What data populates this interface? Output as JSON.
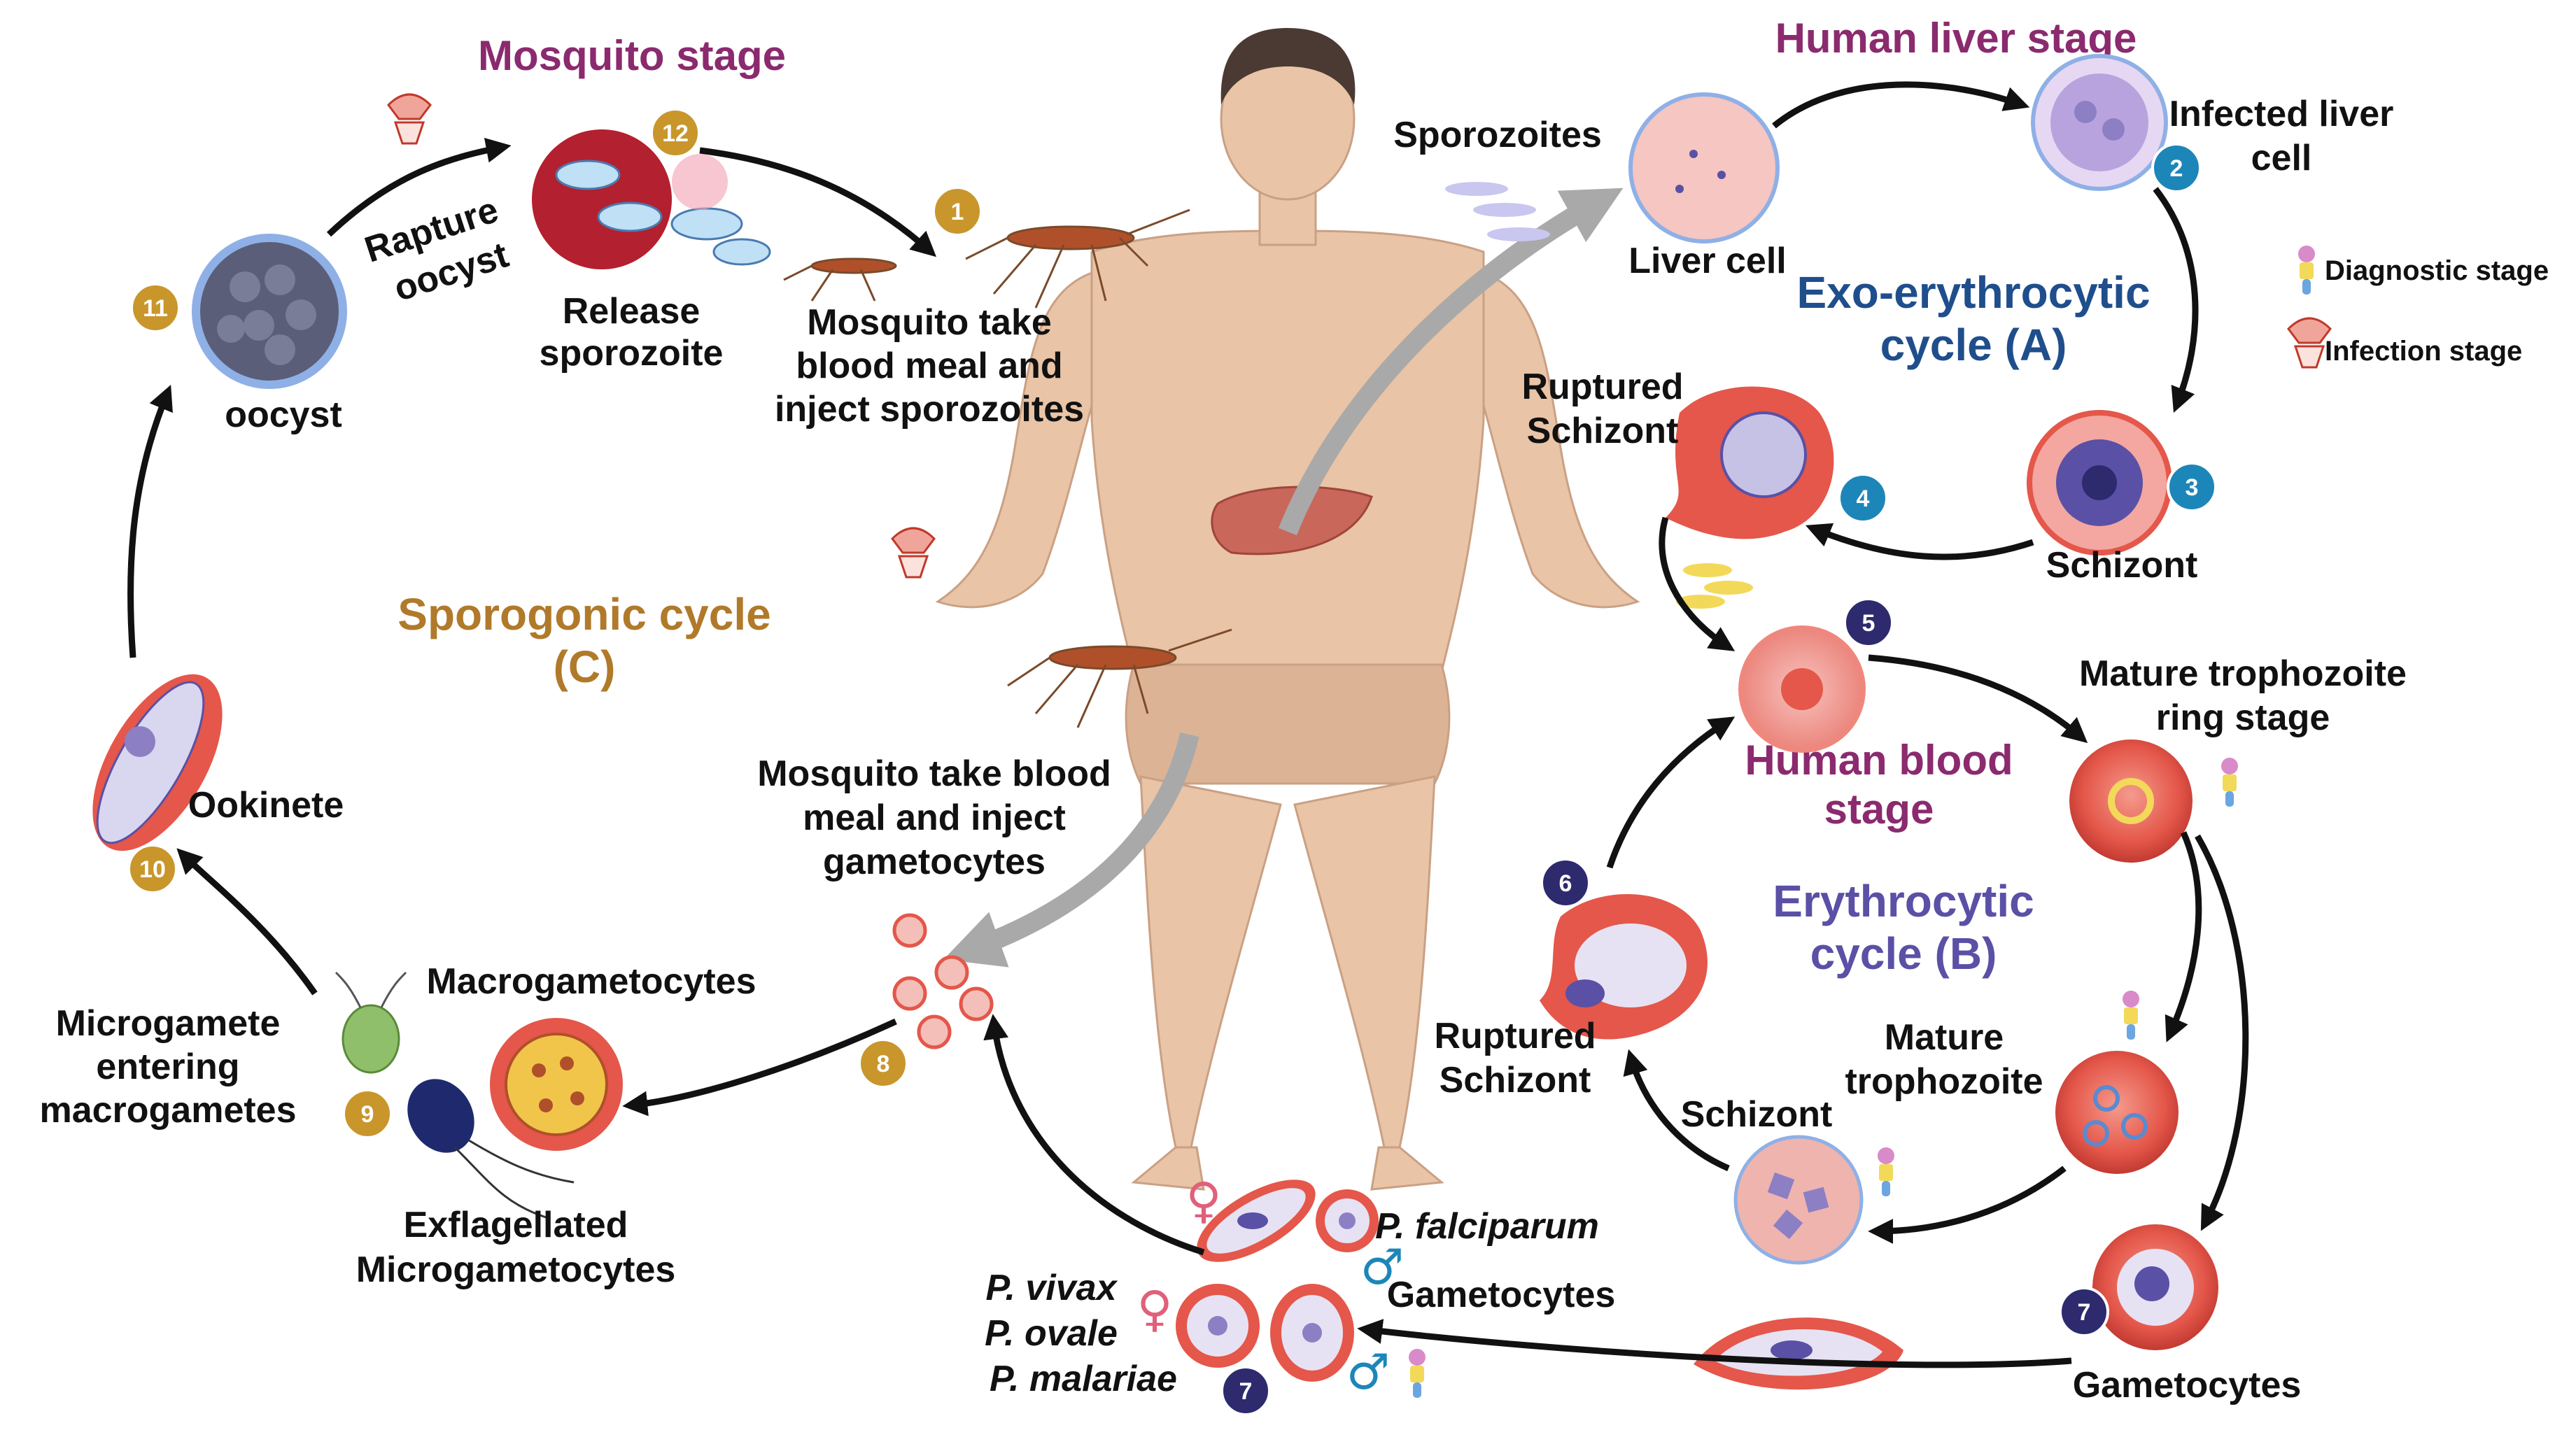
{
  "colors": {
    "mosquito_stage": "#8b2a6e",
    "liver_stage": "#8b2a6e",
    "blood_stage": "#8b2a6e",
    "exo_cycle": "#1f4e8c",
    "erythro_cycle": "#5a50a6",
    "sporogonic_cycle": "#b07a2a",
    "badge_gold": "#c9962c",
    "badge_teal": "#1d86b8",
    "badge_navy": "#2d2a6e",
    "skin": "#e9c4a6",
    "rbc": "#e4574a",
    "arrow": "#111111",
    "transfer_arrow": "#a9a9a9"
  },
  "titles": {
    "mosquito_stage": "Mosquito stage",
    "human_liver_stage": "Human liver stage",
    "human_blood_stage_1": "Human blood",
    "human_blood_stage_2": "stage"
  },
  "cycles": {
    "exo_1": "Exo-erythrocytic",
    "exo_2": "cycle (A)",
    "erythro_1": "Erythrocytic",
    "erythro_2": "cycle (B)",
    "sporo_1": "Sporogonic cycle",
    "sporo_2": "(C)"
  },
  "legend": {
    "diagnostic": "Diagnostic stage",
    "infection": "Infection stage",
    "diagnostic_icon": "diagnostic-stage-icon",
    "infection_icon": "infection-stage-icon"
  },
  "labels": {
    "sporozoites": "Sporozoites",
    "liver_cell": "Liver cell",
    "infected_liver_1": "Infected liver",
    "infected_liver_2": "cell",
    "ruptured_schizont_top_1": "Ruptured",
    "ruptured_schizont_top_2": "Schizont",
    "schizont_right": "Schizont",
    "mature_tropho_ring_1": "Mature trophozoite",
    "mature_tropho_ring_2": "ring stage",
    "mature_tropho_1": "Mature",
    "mature_tropho_2": "trophozoite",
    "schizont_bottom": "Schizont",
    "ruptured_schizont_bottom_1": "Ruptured",
    "ruptured_schizont_bottom_2": "Schizont",
    "gametocytes_right": "Gametocytes",
    "gametocytes_mid": "Gametocytes",
    "p_falciparum": "P. falciparum",
    "p_vivax": "P. vivax",
    "p_ovale": "P. ovale",
    "p_malariae": "P. malariae",
    "mosq_gameto_1": "Mosquito take blood",
    "mosq_gameto_2": "meal and inject",
    "mosq_gameto_3": "gametocytes",
    "mosq_sporo_1": "Mosquito take",
    "mosq_sporo_2": "blood meal and",
    "mosq_sporo_3": "inject sporozoites",
    "release_1": "Release",
    "release_2": "sporozoite",
    "rapture_1": "Rapture",
    "rapture_2": "oocyst",
    "oocyst": "oocyst",
    "ookinete": "Ookinete",
    "macrogametocytes": "Macrogametocytes",
    "microgamete_1": "Microgamete",
    "microgamete_2": "entering",
    "microgamete_3": "macrogametes",
    "exflag_1": "Exflagellated",
    "exflag_2": "Microgametocytes",
    "female": "♀",
    "male": "♂"
  },
  "steps": [
    "1",
    "2",
    "3",
    "4",
    "5",
    "6",
    "7",
    "7",
    "8",
    "9",
    "10",
    "11",
    "12"
  ]
}
